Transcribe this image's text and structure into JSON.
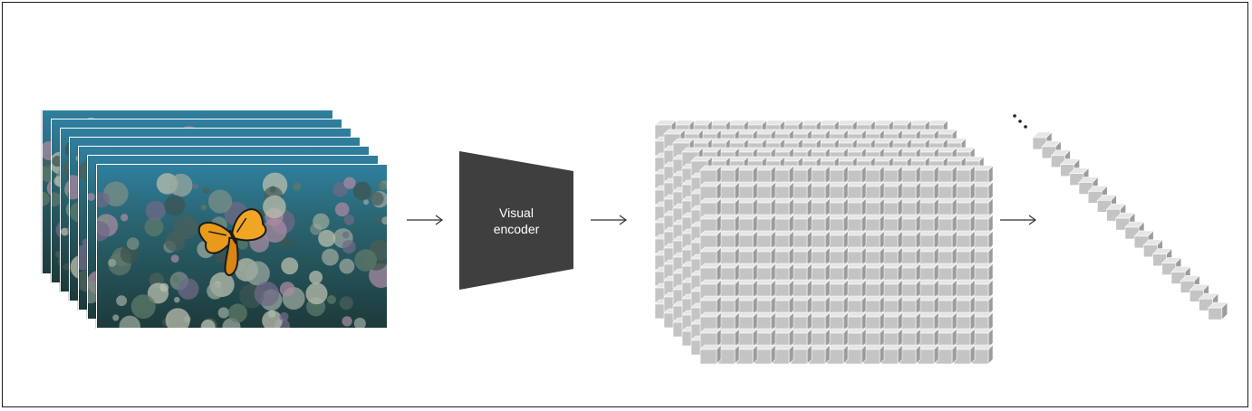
{
  "encoder": {
    "line1": "Visual",
    "line2": "encoder"
  },
  "video": {
    "frame_count": 7
  },
  "tensor": {
    "columns": 16,
    "rows": 12,
    "depth": 6
  },
  "token_sequence": {
    "length": 20
  },
  "colors": {
    "encoder": "#3f3f3f",
    "cube_front": "#c4c4c4",
    "cube_top": "#e6e6e6",
    "cube_side": "#9c9c9c",
    "arrow": "#333333"
  }
}
